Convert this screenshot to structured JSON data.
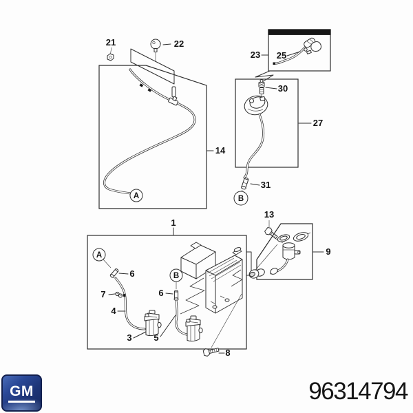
{
  "diagram": {
    "description": "Windshield washer system exploded parts diagram",
    "callouts": {
      "p1": "1",
      "p3": "3",
      "p4": "4",
      "p5": "5",
      "p6": "6",
      "p7": "7",
      "p8": "8",
      "p9": "9",
      "p13": "13",
      "p14": "14",
      "p21": "21",
      "p22": "22",
      "p23": "23",
      "p25": "25",
      "p27": "27",
      "p30": "30",
      "p31": "31"
    },
    "view_markers": {
      "a": "A",
      "b": "B"
    }
  },
  "footer": {
    "brand_logo": "GM",
    "part_number": "96314794"
  },
  "colors": {
    "background": "#fdfdfd",
    "line": "#2e2e2e",
    "banner_black": "#161616",
    "logo_blue": "#24408e",
    "logo_border": "#121f4d",
    "logo_text": "#ffffff",
    "part_number_text": "#161616"
  }
}
